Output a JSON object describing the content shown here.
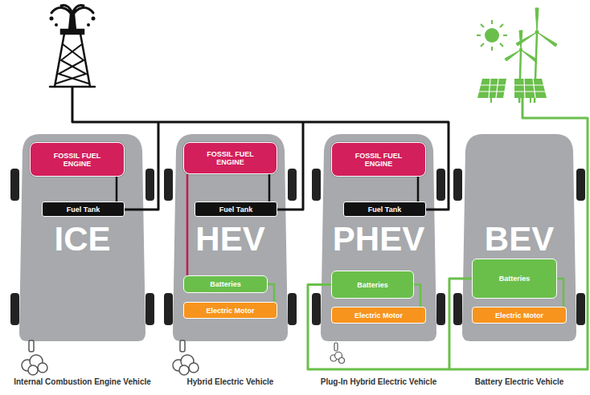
{
  "diagram": {
    "nodes": [
      {
        "text": [
          "ICE",
          "Internal Combustion Engine Vehicle"
        ]
      },
      {
        "text": [
          "FOSSIL FUEL ENGINE"
        ],
        "in": 0
      },
      {
        "text": [
          "Fuel Tank"
        ],
        "in": 0
      },
      {
        "text": [
          "HEV",
          "Hybrid Electric Vehicle"
        ]
      },
      {
        "text": [
          "FOSSIL FUEL ENGINE"
        ],
        "in": 3
      },
      {
        "text": [
          "Fuel Tank"
        ],
        "in": 3
      },
      {
        "text": [
          "Batteries"
        ],
        "in": 3
      },
      {
        "text": [
          "Electric Motor"
        ],
        "in": 3
      },
      {
        "text": [
          "PHEV",
          "Plug-In Hybrid Electric Vehicle"
        ]
      },
      {
        "text": [
          "FOSSIL FUEL ENGINE"
        ],
        "in": 8
      },
      {
        "text": [
          "Fuel Tank"
        ],
        "in": 8
      },
      {
        "text": [
          "Batteries"
        ],
        "in": 8
      },
      {
        "text": [
          "Electric Motor"
        ],
        "in": 8
      },
      {
        "text": [
          "BEV",
          "Battery Electric Vehicle"
        ]
      },
      {
        "text": [
          "Batteries"
        ],
        "in": 13
      },
      {
        "text": [
          "Electric Motor"
        ],
        "in": 13
      }
    ],
    "edges": [
      {
        "from": 1,
        "to": 2,
        "arrow": "none"
      },
      {
        "from": 4,
        "to": 5,
        "arrow": "none"
      },
      {
        "from": 4,
        "to": 6,
        "arrow": "none"
      },
      {
        "from": 6,
        "to": 7,
        "arrow": "none"
      },
      {
        "from": 9,
        "to": 10,
        "arrow": "none"
      },
      {
        "from": 11,
        "to": 12,
        "arrow": "none"
      },
      {
        "from": 14,
        "to": 15,
        "arrow": "none"
      }
    ]
  }
}
